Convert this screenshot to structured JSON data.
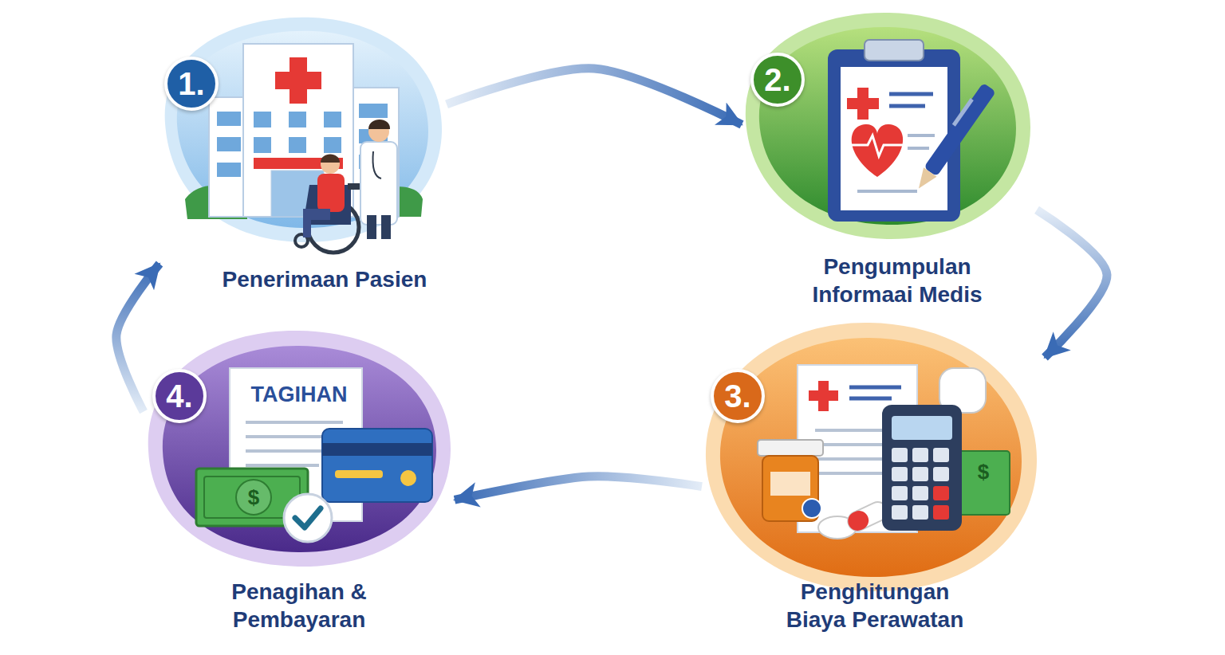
{
  "diagram": {
    "nodes": [
      {
        "text": [
          "1.",
          "Penerimaan Pasien"
        ]
      },
      {
        "text": [
          "2.",
          "Pengumpulan Informaai Medis"
        ]
      },
      {
        "text": [
          "3.",
          "Penghitungan Biaya Perawatan"
        ]
      },
      {
        "text": [
          "4.",
          "Penagihan & Pembayaran"
        ]
      }
    ],
    "edges": [
      {
        "from": 0,
        "to": 1,
        "arrow": "to"
      },
      {
        "from": 1,
        "to": 2,
        "arrow": "to"
      },
      {
        "from": 2,
        "to": 3,
        "arrow": "to"
      },
      {
        "from": 3,
        "to": 0,
        "arrow": "to"
      }
    ],
    "labels": [
      "TAGIHAN",
      "$",
      "$"
    ]
  }
}
